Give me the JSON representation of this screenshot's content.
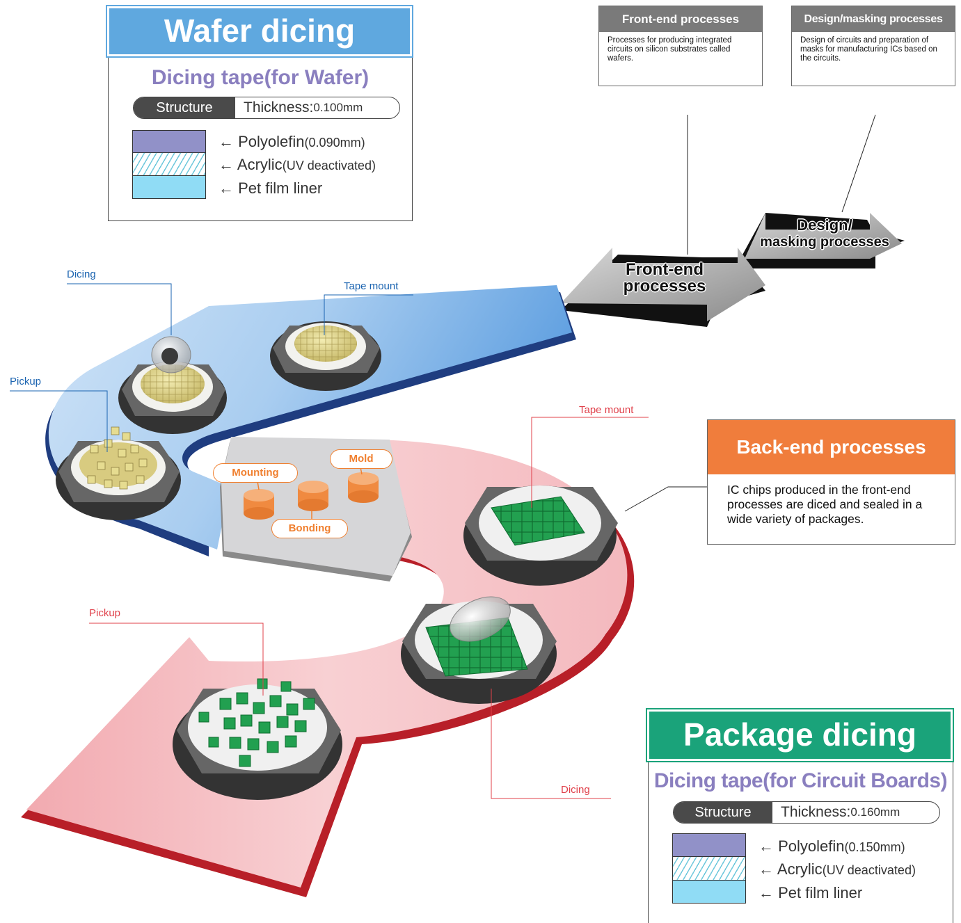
{
  "wafer_box": {
    "title": "Wafer dicing",
    "subtitle": "Dicing tape(for Wafer)",
    "structure_label": "Structure",
    "thickness_label": "Thickness:",
    "thickness_value": "0.100mm",
    "layers": [
      {
        "name": "Polyolefin",
        "note": "(0.090mm)"
      },
      {
        "name": "Acrylic",
        "note": "(UV deactivated)"
      },
      {
        "name": "Pet film liner",
        "note": ""
      }
    ],
    "colors": {
      "header": "#5fa8df",
      "polyolefin": "#9191c8",
      "liner": "#90dcf5"
    }
  },
  "package_box": {
    "title": "Package dicing",
    "subtitle": "Dicing tape(for Circuit Boards)",
    "structure_label": "Structure",
    "thickness_label": "Thickness:",
    "thickness_value": "0.160mm",
    "layers": [
      {
        "name": "Polyolefin",
        "note": "(0.150mm)"
      },
      {
        "name": "Acrylic",
        "note": "(UV deactivated)"
      },
      {
        "name": "Pet film liner",
        "note": ""
      }
    ],
    "colors": {
      "header": "#1aa37a"
    }
  },
  "front_end_box": {
    "title": "Front-end processes",
    "text": "Processes for producing integrated circuits on silicon substrates called wafers."
  },
  "design_box": {
    "title": "Design/masking processes",
    "text": "Design of circuits and preparation of masks for manufacturing ICs based on the circuits."
  },
  "back_end_box": {
    "title": "Back-end processes",
    "text": "IC chips produced in the front-end processes are diced and sealed in a wide variety of packages.",
    "colors": {
      "header": "#f07d3c"
    }
  },
  "arrows": {
    "front_end": {
      "line1": "Front-end",
      "line2": "processes"
    },
    "design": {
      "line1": "Design/",
      "line2": "masking processes"
    }
  },
  "blue_labels": {
    "dicing": "Dicing",
    "tape_mount": "Tape mount",
    "pickup": "Pickup"
  },
  "red_labels": {
    "tape_mount": "Tape mount",
    "pickup": "Pickup",
    "dicing": "Dicing"
  },
  "bubbles": {
    "mounting": "Mounting",
    "mold": "Mold",
    "bonding": "Bonding"
  },
  "arrow_symbol": "←"
}
